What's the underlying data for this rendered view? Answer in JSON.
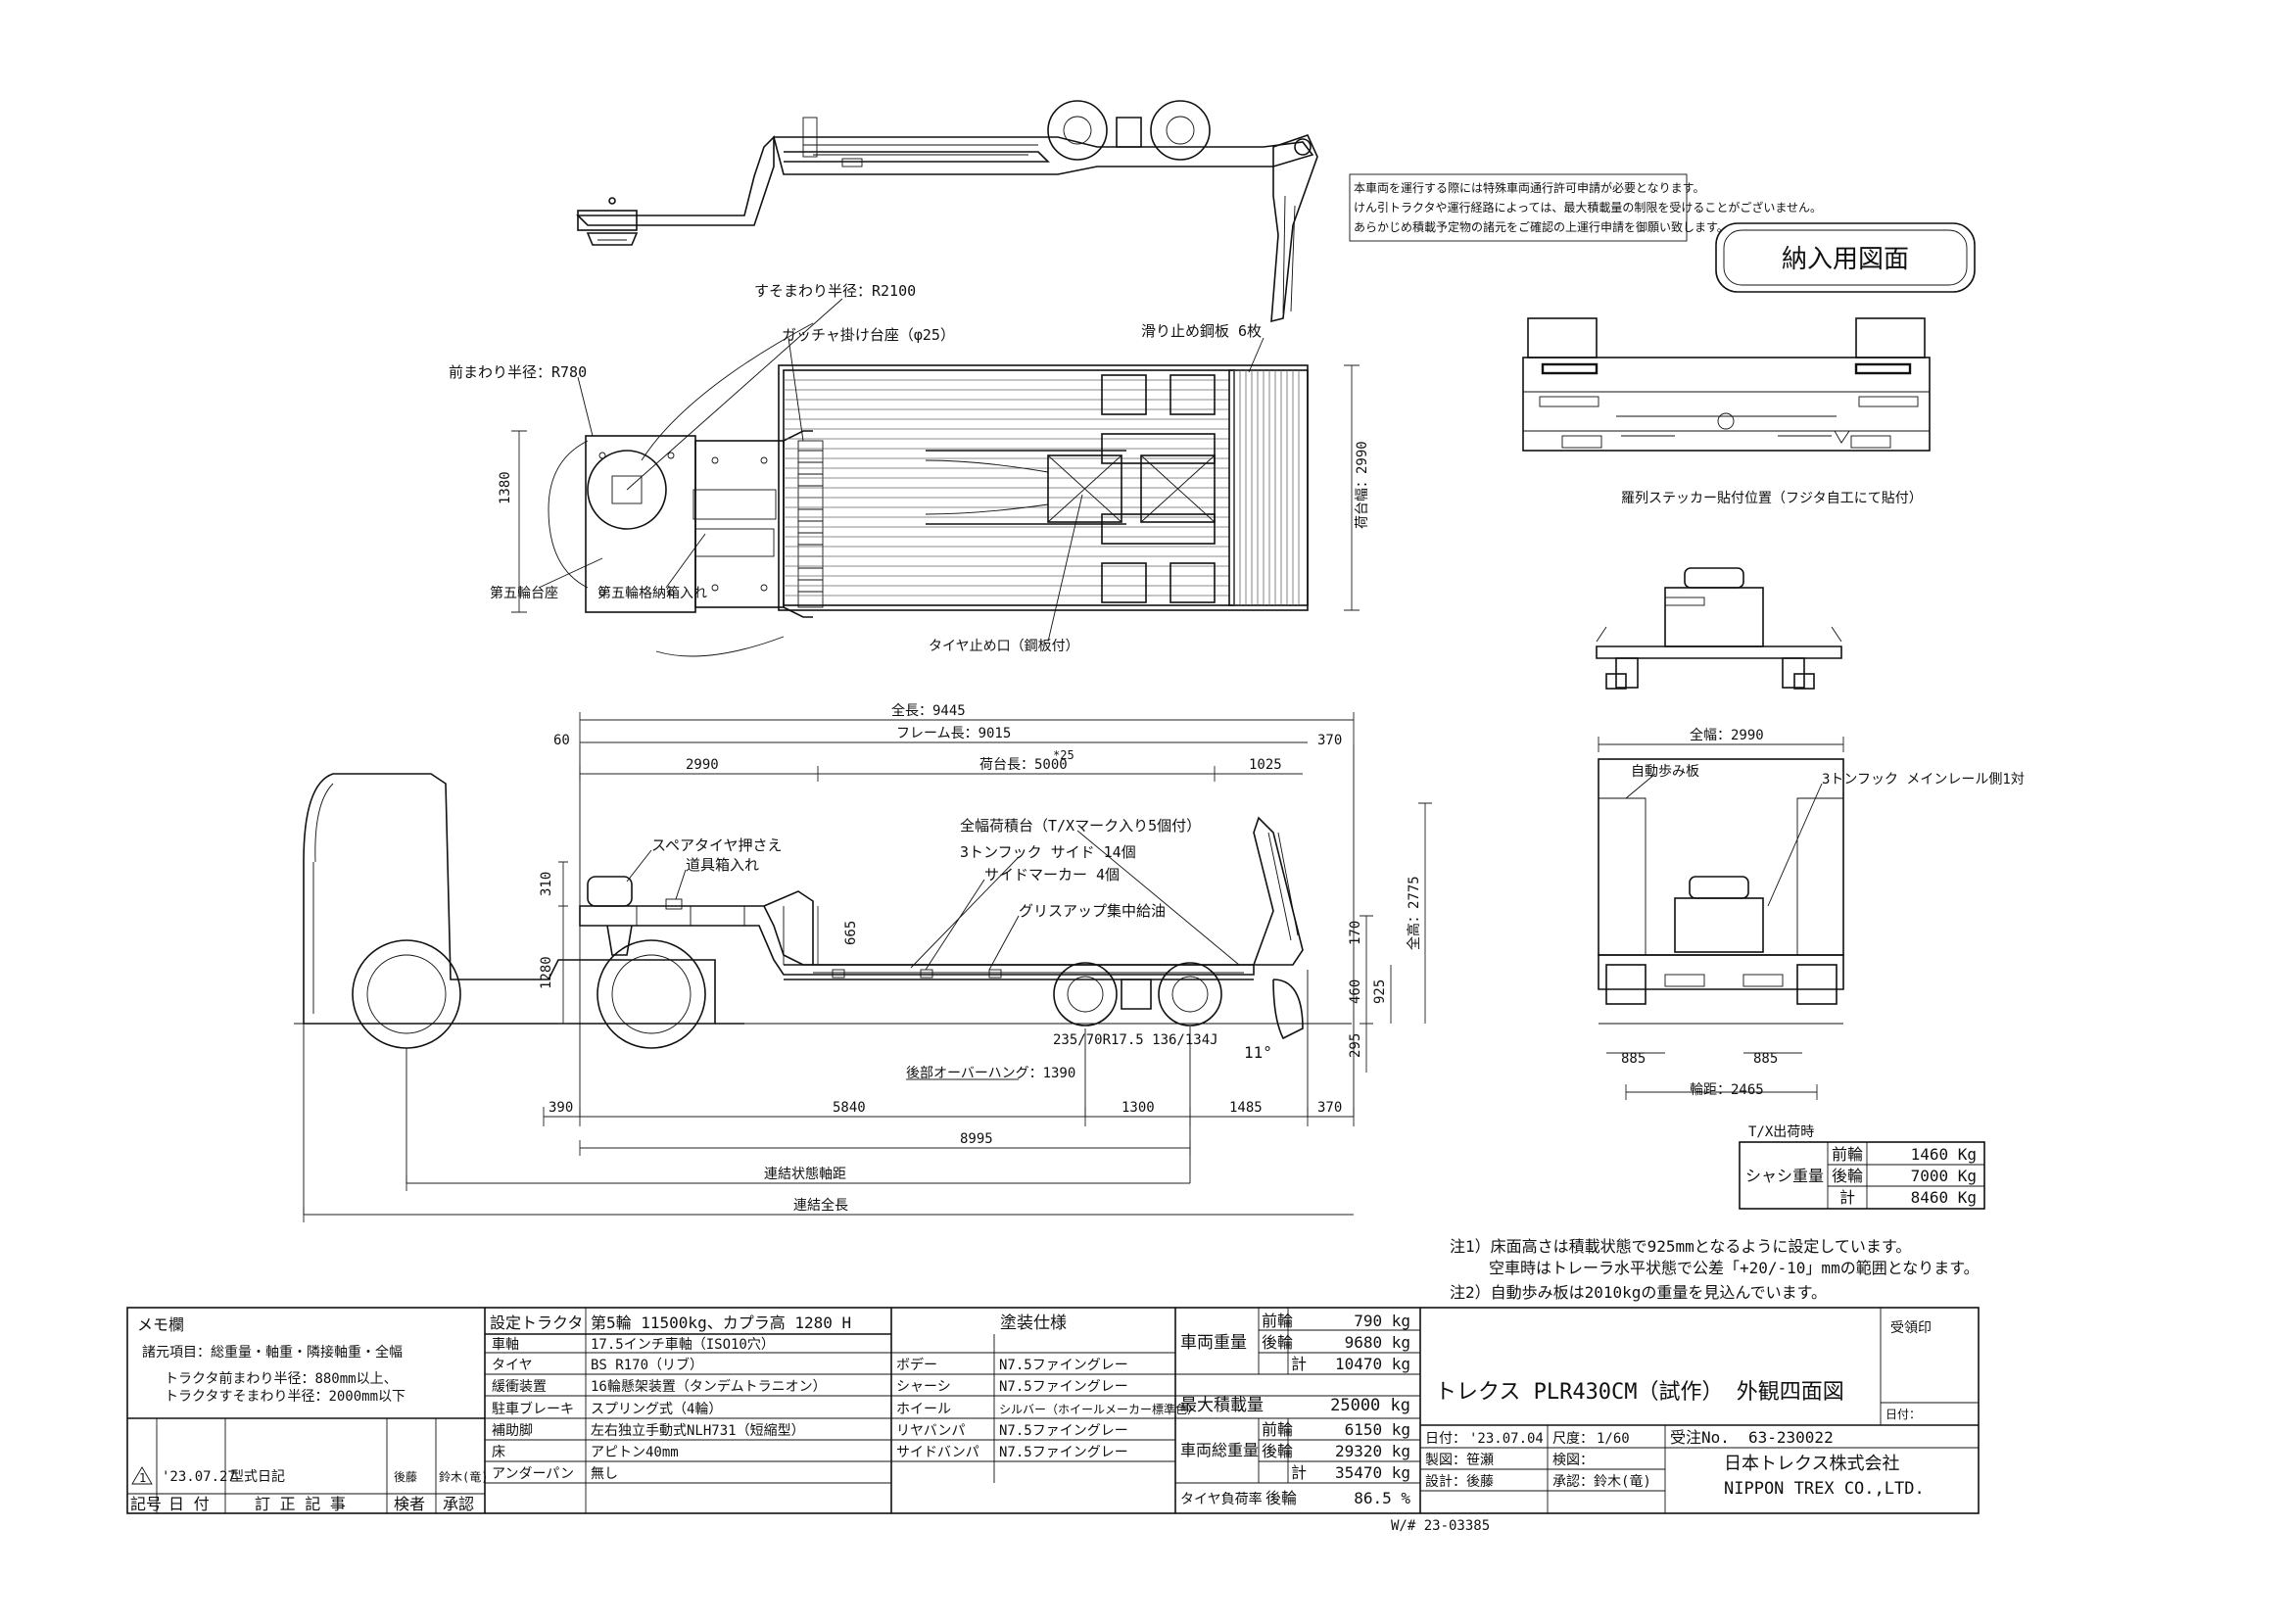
{
  "notes_box": {
    "line1": "本車両を運行する際には特殊車両通行許可申請が必要となります。",
    "line2": "けん引トラクタや運行経路によっては、最大積載量の制限を受けることがございません。",
    "line3": "あらかじめ積載予定物の諸元をご確認の上運行申請を御願い致します。"
  },
  "stamp_label": "納入用図面",
  "top_view": {
    "turning_radius_rear": "すそまわり半径：R2100",
    "turning_radius_front": "前まわり半径：R780",
    "gooseneck_pin": "ガッチャ掛け台座（φ25）",
    "anti_slip": "滑り止め鋼板 6枚",
    "width_label": "荷台幅：2990",
    "dim_1380": "1380",
    "coupler": "第五輪台座",
    "storage": "第五輪格納箱入れ",
    "tire_stop": "タイヤ止め口（鋼板付）"
  },
  "rear_sticker_label": "羅列ステッカー貼付位置（フジタ自工にて貼付）",
  "side_view": {
    "overall_length": "全長：9445",
    "frame_length": "フレーム長：9015",
    "deck_length": "荷台長：5000",
    "deck_sup": "*25",
    "d60": "60",
    "d370_top": "370",
    "d2990": "2990",
    "d1025": "1025",
    "spare_tire": "スペアタイヤ押さえ",
    "tool_box": "道具箱入れ",
    "lashing_hooks": "全幅荷積台（T/Xマーク入り5個付）",
    "side_hooks": "3トンフック サイド 14個",
    "side_marker": "サイドマーカー 4個",
    "grease": "グリスアップ集中給油",
    "d310": "310",
    "d1280": "1280",
    "d665": "665",
    "d2775": "全高：2775",
    "d170": "170",
    "d460": "460",
    "d925": "925",
    "d295": "295",
    "tire_size": "235/70R17.5 136/134J",
    "angle": "11°",
    "rear_overhang": "後部オーバーハング：1390",
    "d390": "390",
    "d5840": "5840",
    "d1300": "1300",
    "d1485": "1485",
    "d370_bot": "370",
    "d8995": "8995",
    "wheelbase": "連結状態軸距",
    "combined_length": "連結全長"
  },
  "rear_view": {
    "width_2990": "全幅：2990",
    "ramp": "自動歩み板",
    "hook_label": "3トンフック メインレール側1対",
    "d885_left": "885",
    "d885_right": "885",
    "tread": "輪距：2465"
  },
  "tx_table": {
    "title": "T/X出荷時",
    "chassis_weight": "シャシ重量",
    "rows": [
      {
        "label": "前輪",
        "value": "1460 Kg"
      },
      {
        "label": "後輪",
        "value": "7000 Kg"
      },
      {
        "label": "計",
        "value": "8460 Kg"
      }
    ]
  },
  "notes": {
    "n1": "注1）床面高さは積載状態で925mmとなるように設定しています。",
    "n1b": "空車時はトレーラ水平状態で公差「+20/-10」mmの範囲となります。",
    "n2": "注2）自動歩み板は2010kgの重量を見込んでいます。"
  },
  "title_block": {
    "memo": {
      "title": "メモ欄",
      "line1": "諸元項目：総重量・軸重・隣接軸重・全幅",
      "line2": "トラクタ前まわり半径：880mm以上、",
      "line3": "トラクタすそまわり半径：2000mm以下"
    },
    "revision": {
      "mark": "1",
      "date": "'23.07.27",
      "content": "型式日記",
      "col_no": "記号",
      "col_date": "日 付",
      "col_content": "訂 正 記 事",
      "col_author": "検者",
      "col_check": "承認",
      "sig_a": "後藤",
      "sig_b": "鈴木(竜)"
    },
    "specs": {
      "tractor_label": "設定トラクタ",
      "tractor_value": "第5輪 11500kg、カプラ高 1280 H",
      "rows": [
        {
          "label": "車軸",
          "value": "17.5インチ車軸（ISO10穴）"
        },
        {
          "label": "タイヤ",
          "value": "BS R170（リブ）"
        },
        {
          "label": "緩衝装置",
          "value": "16輪懸架装置（タンデムトラニオン）"
        },
        {
          "label": "駐車ブレーキ",
          "value": "スプリング式（4輪）"
        },
        {
          "label": "補助脚",
          "value": "左右独立手動式NLH731（短縮型）"
        },
        {
          "label": "床",
          "value": "アピトン40mm"
        },
        {
          "label": "アンダーパン",
          "value": "無し"
        }
      ]
    },
    "paint": {
      "title": "塗装仕様",
      "rows": [
        {
          "label": "ボデー",
          "value": "N7.5ファイングレー"
        },
        {
          "label": "シャーシ",
          "value": "N7.5ファイングレー"
        },
        {
          "label": "ホイール",
          "value": "シルバー（ホイールメーカー標準色）"
        },
        {
          "label": "リヤバンパ",
          "value": "N7.5ファイングレー"
        },
        {
          "label": "サイドバンパ",
          "value": "N7.5ファイングレー"
        }
      ]
    },
    "weights": {
      "vehicle_weight": "車両重量",
      "vw_front_label": "前輪",
      "vw_front": "790 kg",
      "vw_rear_label": "後輪",
      "vw_rear": "9680 kg",
      "vw_total_label": "計",
      "vw_total": "10470 kg",
      "max_load": "最大積載量",
      "max_load_value": "25000 kg",
      "gross_weight": "車両総重量",
      "gw_front_label": "前輪",
      "gw_front": "6150 kg",
      "gw_rear_label": "後輪",
      "gw_rear": "29320 kg",
      "gw_total_label": "計",
      "gw_total": "35470 kg",
      "tire_load": "タイヤ負荷率",
      "tire_load_axle": "後輪",
      "tire_load_value": "86.5 %"
    },
    "drawing": {
      "title": "トレクス PLR430CM（試作） 外観四面図",
      "receipt": "受領印",
      "date_label": "日付：",
      "date_prefix": "日付：",
      "date_value": "'23.07.04",
      "scale_prefix": "尺度：",
      "scale": "1/60",
      "order_label": "受注No.",
      "order_no": "63-230022",
      "drafter": "製図：笹瀬",
      "inspector": "検図：",
      "designer": "設計：後藤",
      "approver": "承認：鈴木(竜)",
      "company_jp": "日本トレクス株式会社",
      "company_en": "NIPPON TREX CO.,LTD.",
      "drawing_no": "W/# 23-03385"
    }
  }
}
